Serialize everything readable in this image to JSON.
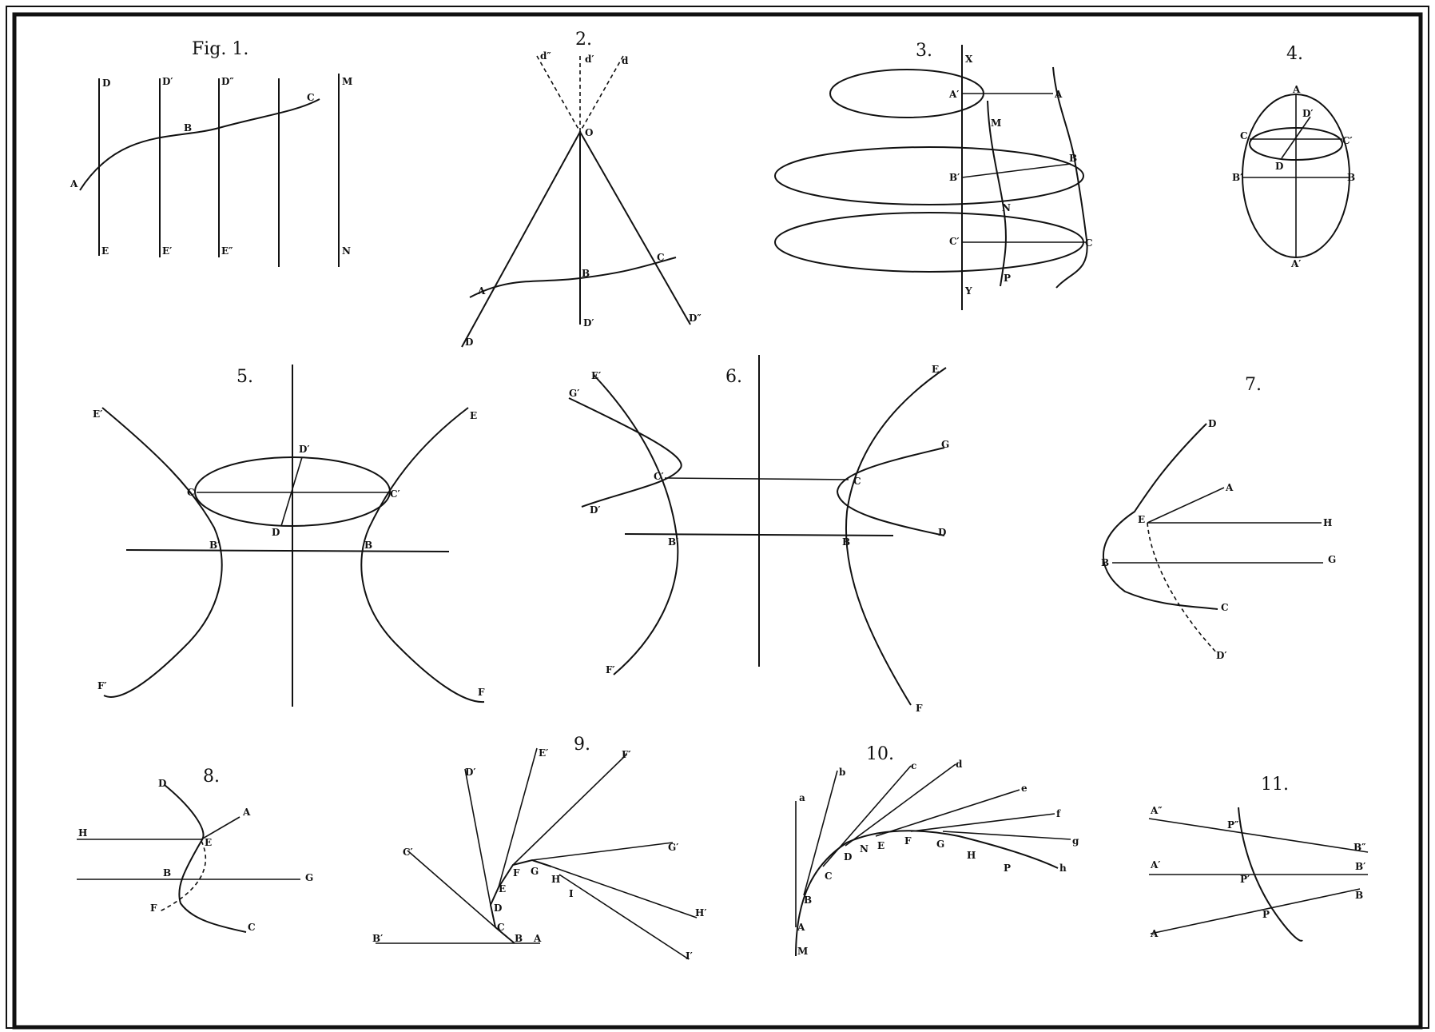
{
  "figures": [
    {
      "id": "fig1",
      "number": "Fig. 1.",
      "labels": [
        "D",
        "D′",
        "D″",
        "M",
        "A",
        "B",
        "C",
        "E",
        "E′",
        "E″",
        "N"
      ]
    },
    {
      "id": "fig2",
      "number": "2.",
      "labels": [
        "d″",
        "d′",
        "d",
        "O",
        "A",
        "B",
        "C",
        "D",
        "D′",
        "D″"
      ]
    },
    {
      "id": "fig3",
      "number": "3.",
      "labels": [
        "X",
        "A′",
        "A",
        "M",
        "B",
        "B′",
        "N",
        "C′",
        "C",
        "P",
        "Y"
      ]
    },
    {
      "id": "fig4",
      "number": "4.",
      "labels": [
        "A",
        "D′",
        "C",
        "C′",
        "D",
        "B′",
        "B",
        "A′"
      ]
    },
    {
      "id": "fig5",
      "number": "5.",
      "labels": [
        "E′",
        "E",
        "D′",
        "C",
        "C′",
        "D",
        "B′",
        "B",
        "F′",
        "F"
      ]
    },
    {
      "id": "fig6",
      "number": "6.",
      "labels": [
        "E′",
        "G′",
        "E",
        "G",
        "C′",
        "C",
        "D′",
        "D",
        "B′",
        "B",
        "F′",
        "F"
      ]
    },
    {
      "id": "fig7",
      "number": "7.",
      "labels": [
        "D",
        "A",
        "E",
        "H",
        "B",
        "G",
        "C",
        "D′"
      ]
    },
    {
      "id": "fig8",
      "number": "8.",
      "labels": [
        "D",
        "A",
        "H",
        "E",
        "B",
        "G",
        "F",
        "C"
      ]
    },
    {
      "id": "fig9",
      "number": "9.",
      "labels": [
        "E′",
        "F′",
        "D′",
        "C′",
        "G′",
        "F",
        "G",
        "H",
        "I",
        "E",
        "D",
        "C",
        "B′",
        "B",
        "A",
        "H′",
        "I′"
      ]
    },
    {
      "id": "fig10",
      "number": "10.",
      "labels": [
        "a",
        "b",
        "c",
        "d",
        "e",
        "f",
        "g",
        "h",
        "D",
        "N",
        "E",
        "F",
        "G",
        "H",
        "P",
        "C",
        "B",
        "A",
        "M"
      ]
    },
    {
      "id": "fig11",
      "number": "11.",
      "labels": [
        "A″",
        "P″",
        "B″",
        "A′",
        "P′",
        "B′",
        "A",
        "P",
        "B"
      ]
    }
  ]
}
